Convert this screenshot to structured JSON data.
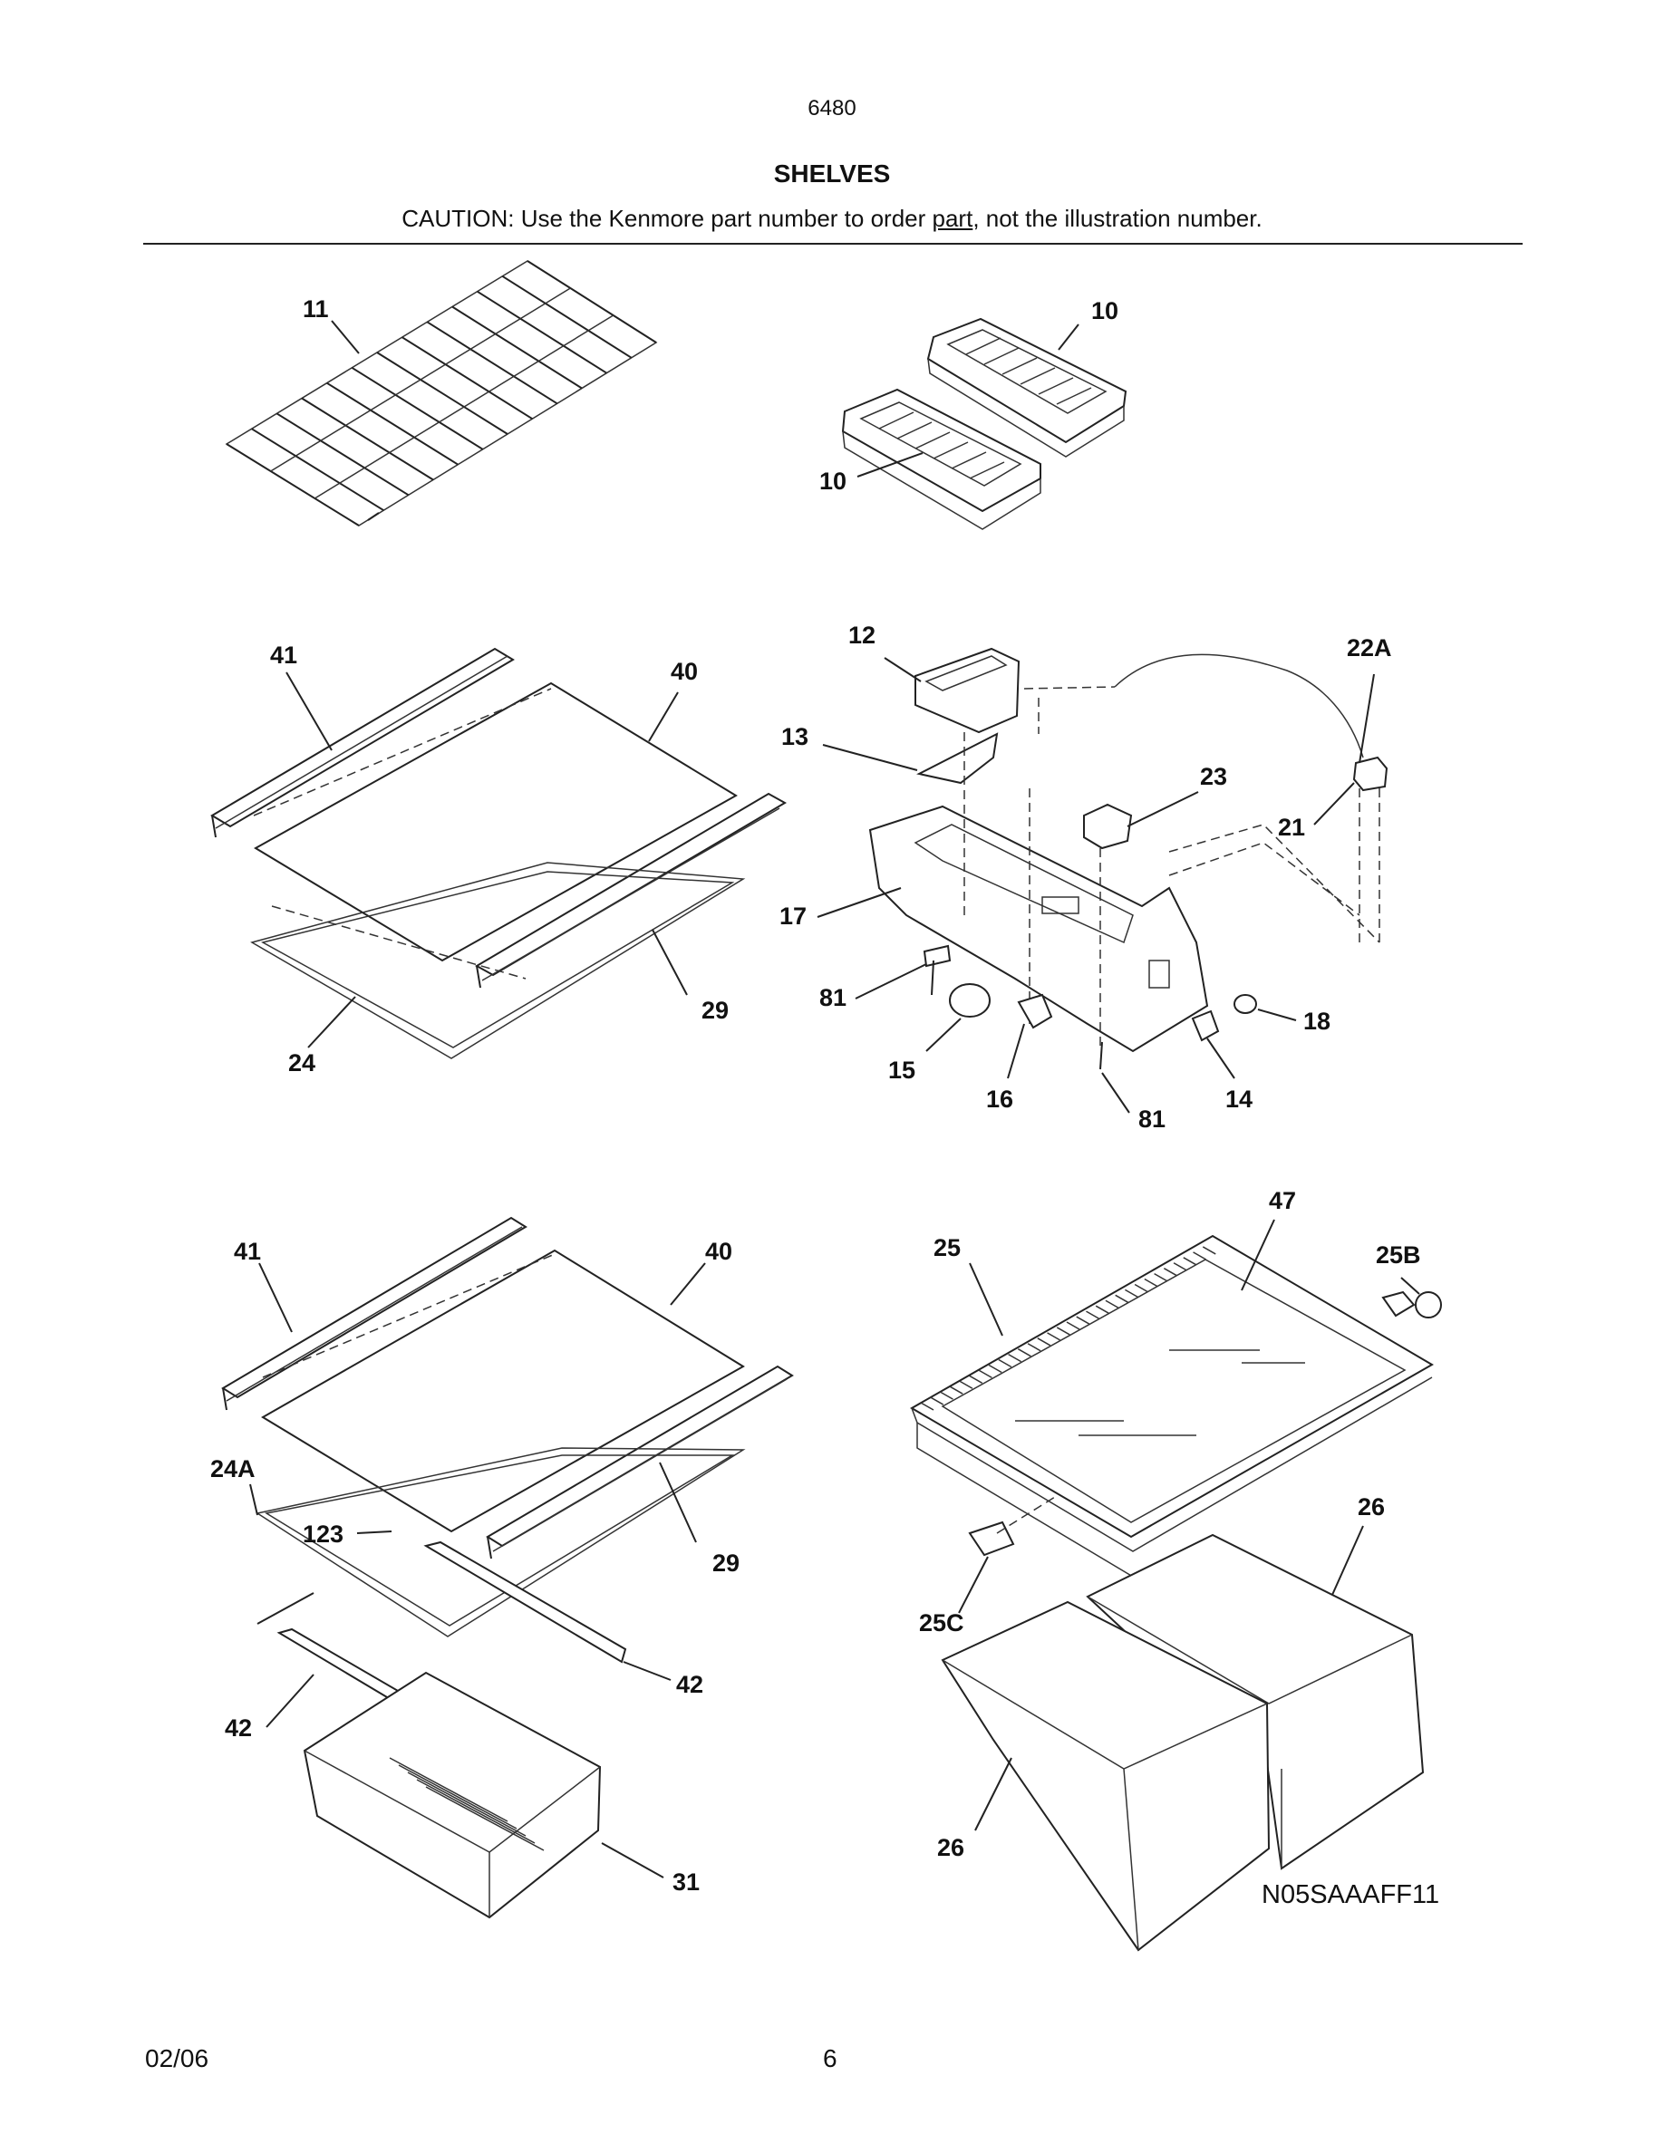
{
  "header": {
    "model": "6480",
    "section_title": "SHELVES",
    "caution_prefix": "CAUTION: Use the Kenmore part number to order ",
    "caution_underlined": "part",
    "caution_suffix": ", not the illustration number."
  },
  "callouts": {
    "c11": "11",
    "c10a": "10",
    "c10b": "10",
    "c41a": "41",
    "c40a": "40",
    "c29a": "29",
    "c24": "24",
    "c12": "12",
    "c22a": "22A",
    "c13": "13",
    "c23": "23",
    "c21": "21",
    "c17": "17",
    "c81a": "81",
    "c15": "15",
    "c16": "16",
    "c81b": "81",
    "c14": "14",
    "c18": "18",
    "c41b": "41",
    "c40b": "40",
    "c24a": "24A",
    "c123": "123",
    "c29b": "29",
    "c42a": "42",
    "c42b": "42",
    "c31": "31",
    "c47": "47",
    "c25": "25",
    "c25b": "25B",
    "c26a": "26",
    "c25c": "25C",
    "c26b": "26"
  },
  "diagram_code": "N05SAAAFF11",
  "footer": {
    "date": "02/06",
    "page": "6"
  }
}
